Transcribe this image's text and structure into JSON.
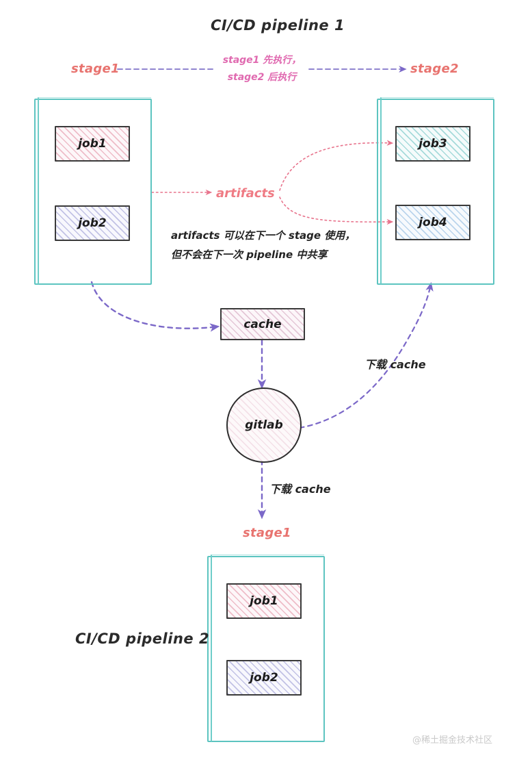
{
  "titles": {
    "pipeline1": "CI/CD pipeline 1",
    "pipeline2": "CI/CD pipeline 2"
  },
  "stages": {
    "top_left_label": "stage1",
    "top_right_label": "stage2",
    "bottom_label": "stage1"
  },
  "order_note": {
    "line1": "stage1 先执行，",
    "line2": "stage2 后执行"
  },
  "artifacts": {
    "label": "artifacts",
    "note_line1": "artifacts 可以在下一个 stage 使用，",
    "note_line2": "但不会在下一次 pipeline 中共享"
  },
  "nodes": {
    "cache": "cache",
    "gitlab": "gitlab"
  },
  "cache_notes": {
    "to_stage2": "下载 cache",
    "to_pipeline2": "下载 cache"
  },
  "pipeline1": {
    "stage1_jobs": [
      {
        "label": "job1",
        "fill": "hatch-pink"
      },
      {
        "label": "job2",
        "fill": "hatch-violet"
      }
    ],
    "stage2_jobs": [
      {
        "label": "job3",
        "fill": "hatch-teal"
      },
      {
        "label": "job4",
        "fill": "hatch-blue"
      }
    ]
  },
  "pipeline2": {
    "stage1_jobs": [
      {
        "label": "job1",
        "fill": "hatch-pink"
      },
      {
        "label": "job2",
        "fill": "hatch-violet"
      }
    ]
  },
  "watermark": "@稀土掘金技术社区",
  "colors": {
    "stage_border": "#5cc4c0",
    "stage_label": "#e8736f",
    "order_note": "#e06ab0",
    "artifacts": "#ef7b84",
    "arrow_purple": "#7b68c8",
    "arrow_pink": "#e8738c",
    "job_border": "#3a3a3a",
    "text": "#232323"
  }
}
